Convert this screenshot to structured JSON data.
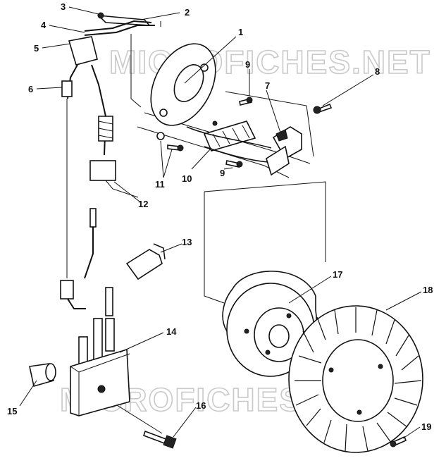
{
  "watermark": {
    "top": "MICROFICHES.NET",
    "bottom": "MICROFICHES.NET"
  },
  "callouts": {
    "c1": "1",
    "c2": "2",
    "c3": "3",
    "c4": "4",
    "c5": "5",
    "c6": "6",
    "c7": "7",
    "c8": "8",
    "c9a": "9",
    "c9b": "9",
    "c10": "10",
    "c11": "11",
    "c12": "12",
    "c13": "13",
    "c14": "14",
    "c15": "15",
    "c16": "16",
    "c17": "17",
    "c18": "18",
    "c19": "19"
  }
}
